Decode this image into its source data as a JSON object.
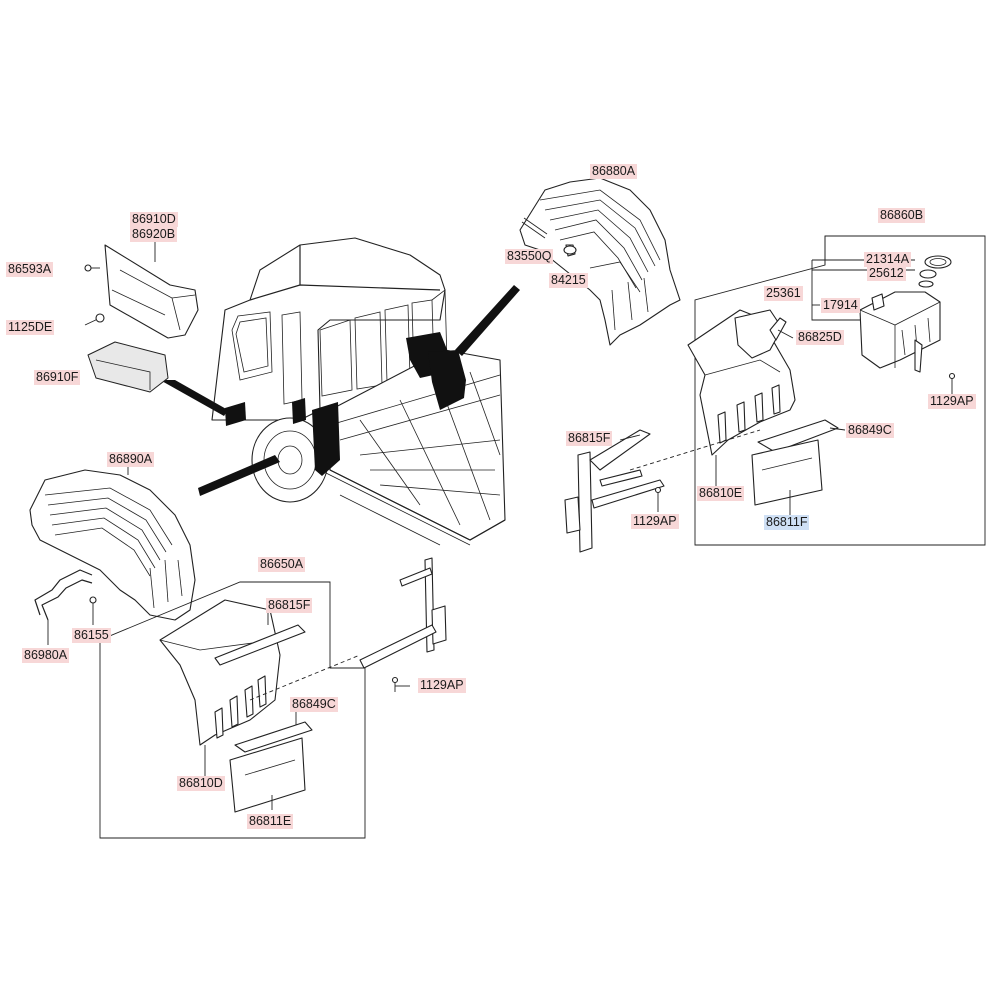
{
  "labels": {
    "p86880A": "86880A",
    "p86860B": "86860B",
    "p83550Q": "83550Q",
    "p84215": "84215",
    "p21314A": "21314A",
    "p25612": "25612",
    "p25361": "25361",
    "p17914": "17914",
    "p86825D": "86825D",
    "p1129AP_r": "1129AP",
    "p86849C_r": "86849C",
    "p86815F_r": "86815F",
    "p86810E": "86810E",
    "p1129AP_m": "1129AP",
    "p86811F": "86811F",
    "p86910D": "86910D",
    "p86920B": "86920B",
    "p86593A": "86593A",
    "p1125DE": "1125DE",
    "p86910F": "86910F",
    "p86890A": "86890A",
    "p86155": "86155",
    "p86980A": "86980A",
    "p86650A": "86650A",
    "p86815F_l": "86815F",
    "p1129AP_l": "1129AP",
    "p86849C_l": "86849C",
    "p86810D": "86810D",
    "p86811E": "86811E"
  },
  "colors": {
    "label_highlight": "#f7d7d7",
    "selected_highlight": "#cfe0f5"
  },
  "selected": "p86811F"
}
